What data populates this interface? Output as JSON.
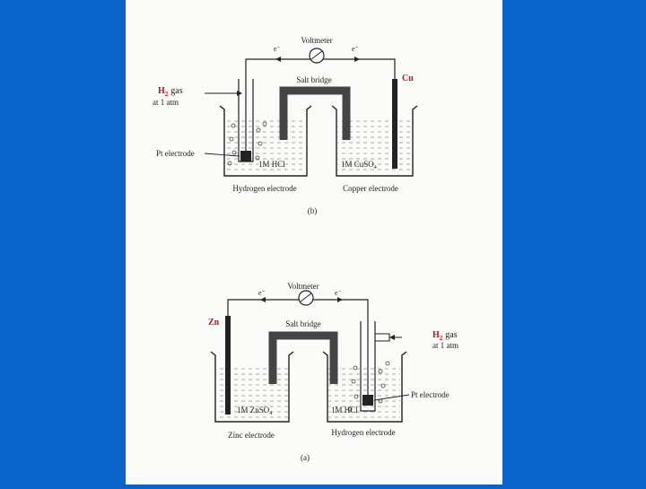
{
  "slide": {
    "background_color": "#0a63c9",
    "paper_color": "#fbfbfa",
    "label_red": "#cc1111"
  },
  "top_figure": {
    "voltmeter": "Voltmeter",
    "electron_left": "e⁻",
    "electron_right": "e⁻",
    "salt_bridge": "Salt bridge",
    "metal_symbol": "Cu",
    "gas_symbol": "H",
    "gas_subscript": "2",
    "gas_word": "gas",
    "gas_pressure": "at 1 atm",
    "pt_electrode": "Pt electrode",
    "left_solution": "1M HCl",
    "right_solution": "1M CuSO",
    "right_solution_subscript": "4",
    "left_caption": "Hydrogen electrode",
    "right_caption": "Copper electrode",
    "figure_label": "(b)"
  },
  "bottom_figure": {
    "voltmeter": "Voltmeter",
    "electron_left": "e⁻",
    "electron_right": "e⁻",
    "salt_bridge": "Salt bridge",
    "metal_symbol": "Zn",
    "gas_symbol": "H",
    "gas_subscript": "2",
    "gas_word": "gas",
    "gas_pressure": "at 1 atm",
    "pt_electrode": "Pt electrode",
    "left_solution": "1M ZnSO",
    "left_solution_subscript": "4",
    "right_solution": "1M HCl",
    "left_caption": "Zinc electrode",
    "right_caption": "Hydrogen electrode",
    "figure_label": "(a)"
  }
}
